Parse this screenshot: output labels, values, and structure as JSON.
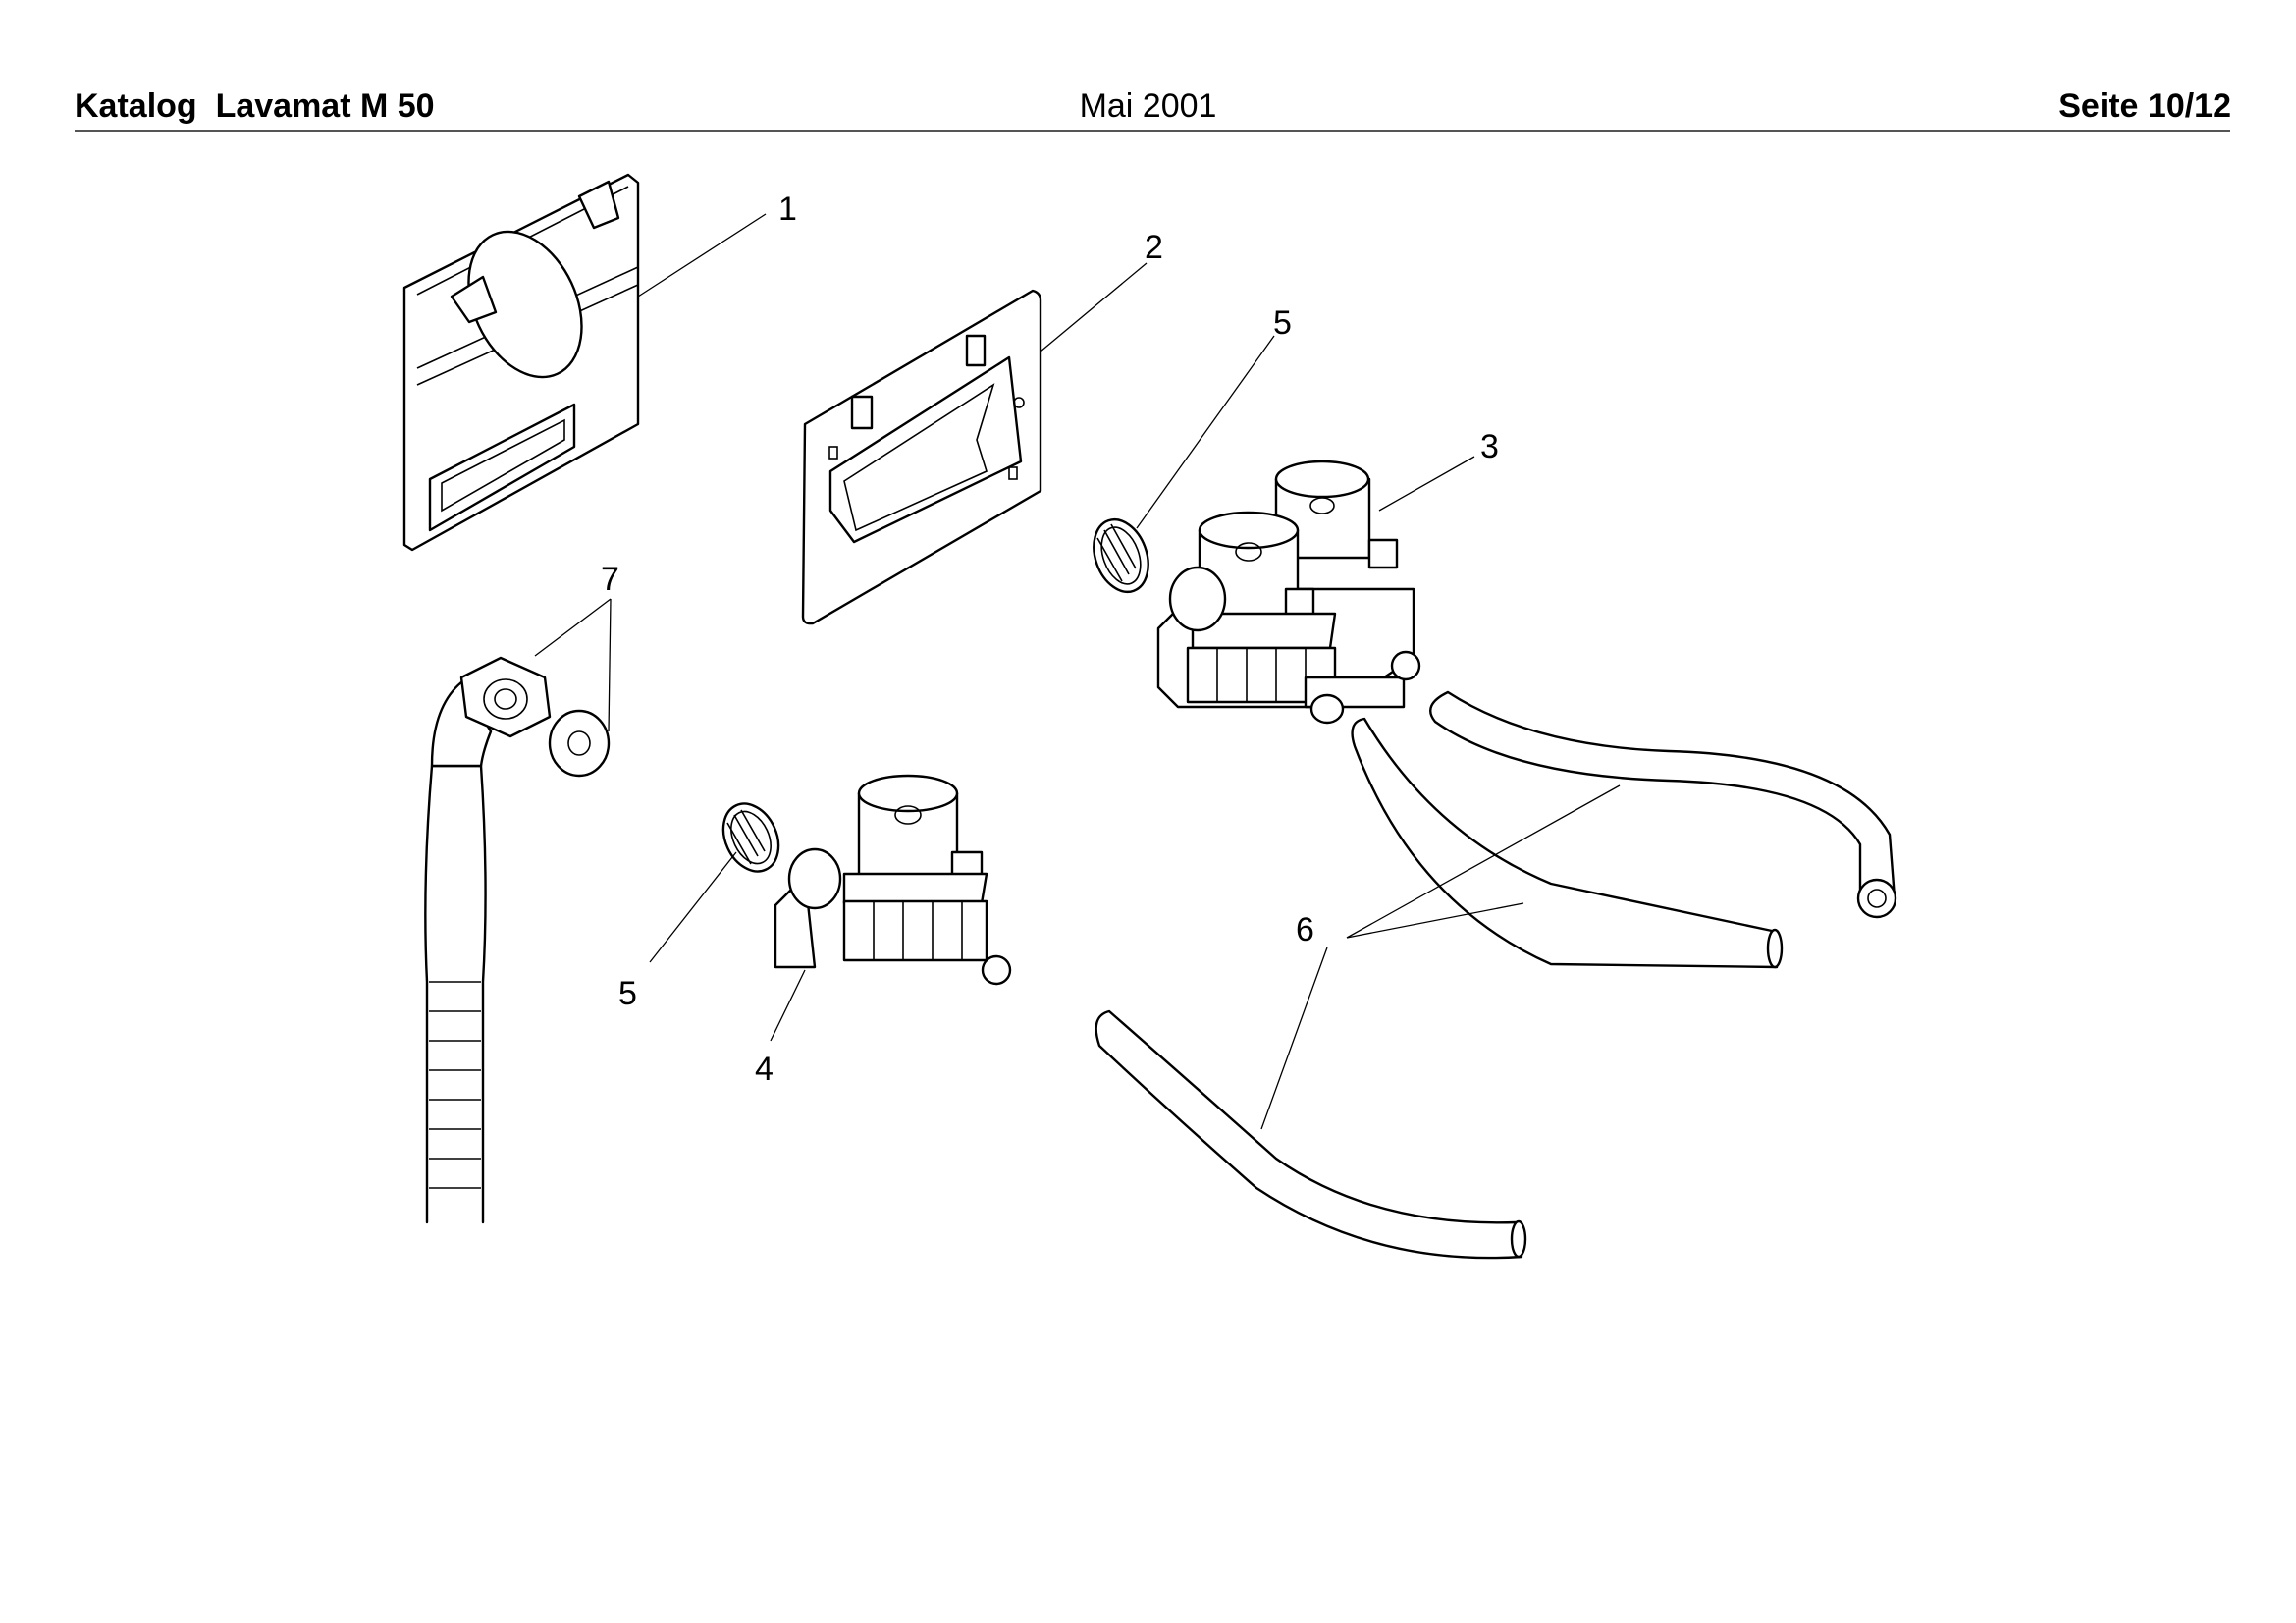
{
  "header": {
    "title": "Katalog  Lavamat M 50",
    "date": "Mai 2001",
    "page": "Seite 10/12"
  },
  "callouts": {
    "c1": "1",
    "c2": "2",
    "c3": "3",
    "c4": "4",
    "c5a": "5",
    "c5b": "5",
    "c6": "6",
    "c7": "7"
  }
}
